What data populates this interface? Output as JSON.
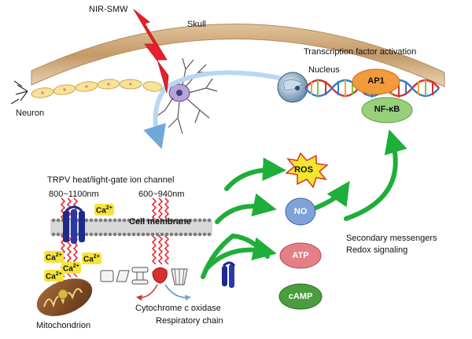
{
  "labels": {
    "nir_smw": "NIR-SMW",
    "skull": "Skull",
    "neuron": "Neuron",
    "transcription": "Transcription factor activation",
    "nucleus": "Nucleus",
    "ap1": "AP1",
    "nfkb": "NF-κB",
    "trpv": "TRPV heat/light-gate ion channel",
    "wave1": "800~1100nm",
    "wave2": "600~940nm",
    "cell_membrane": "Cell membrane",
    "ca": "Ca",
    "ca_charge": "2+",
    "mitochondrion": "Mitochondrion",
    "cytochrome": "Cytochrome c oxidase",
    "respiratory": "Respiratory chain",
    "ros": "ROS",
    "no": "NO",
    "atp": "ATP",
    "camp": "cAMP",
    "secondary": "Secondary messengers",
    "redox": "Redox signaling"
  },
  "colors": {
    "bolt": "#e8202a",
    "skull": "#c9a57a",
    "green_arrow": "#1fae3a",
    "ros_star": "#f4e62c",
    "no_oval": "#7fa3d8",
    "atp_oval": "#e57f86",
    "camp_oval": "#4a9c3e",
    "ap1_oval": "#f39a3c",
    "nfkb_oval": "#96d07a",
    "ion_channel": "#1e2a8c",
    "membrane": "#8a8a8a",
    "light_wave": "#e8202a",
    "ca_badge": "#f6e33a"
  },
  "icons": [
    "lightning-bolt-icon",
    "neuron-icon",
    "nucleus-icon",
    "dna-helix-icon",
    "ion-channel-icon",
    "mitochondrion-icon",
    "ros-star-icon"
  ]
}
